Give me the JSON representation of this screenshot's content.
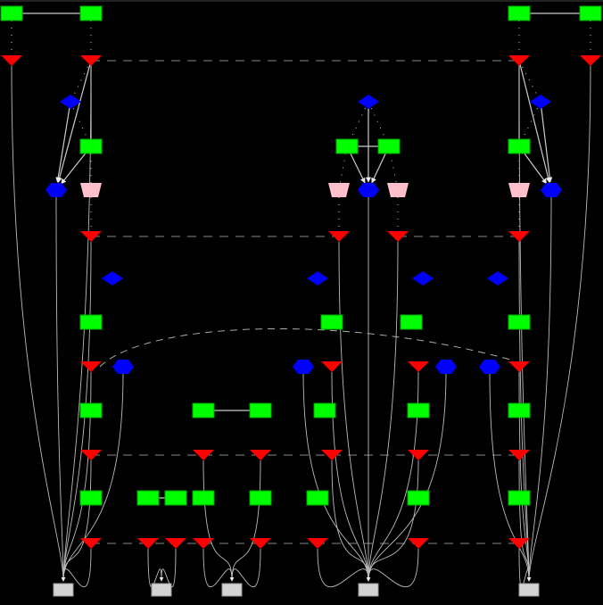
{
  "diagram": {
    "type": "graph",
    "background": "#000000",
    "colors": {
      "rect": "#00ff00",
      "rect_stroke": "#00aa00",
      "triangle": "#ff0000",
      "diamond": "#0000ff",
      "hexagon": "#0000ff",
      "trapezium": "#ffc0cb",
      "sink": "#d3d3d3",
      "edge": "#cccccc"
    },
    "nodes": [
      {
        "id": "r1",
        "shape": "rect",
        "col": "c1",
        "row": "y0"
      },
      {
        "id": "r2",
        "shape": "rect",
        "col": "c2",
        "row": "y0"
      },
      {
        "id": "r3",
        "shape": "rect",
        "col": "c12",
        "row": "y0"
      },
      {
        "id": "r4",
        "shape": "rect",
        "col": "c13",
        "row": "y0"
      },
      {
        "id": "t1",
        "shape": "triangle",
        "col": "c1",
        "row": "y1"
      },
      {
        "id": "t2",
        "shape": "triangle",
        "col": "c2",
        "row": "y1"
      },
      {
        "id": "t3",
        "shape": "triangle",
        "col": "c12",
        "row": "y1"
      },
      {
        "id": "t4",
        "shape": "triangle",
        "col": "c13",
        "row": "y1"
      },
      {
        "id": "d1",
        "shape": "diamond",
        "col": "cd1",
        "row": "y2"
      },
      {
        "id": "d2",
        "shape": "diamond",
        "col": "c8",
        "row": "y2"
      },
      {
        "id": "d3",
        "shape": "diamond",
        "col": "cd3",
        "row": "y2"
      },
      {
        "id": "r5",
        "shape": "rect",
        "col": "c2",
        "row": "y3"
      },
      {
        "id": "r6",
        "shape": "rect",
        "col": "c7a",
        "row": "y3"
      },
      {
        "id": "r7",
        "shape": "rect",
        "col": "c8b",
        "row": "y3"
      },
      {
        "id": "r8",
        "shape": "rect",
        "col": "c12",
        "row": "y3"
      },
      {
        "id": "h1",
        "shape": "hexagon",
        "col": "ch1",
        "row": "y4"
      },
      {
        "id": "p1",
        "shape": "trapezium",
        "col": "c2",
        "row": "y4"
      },
      {
        "id": "p2",
        "shape": "trapezium",
        "col": "c7b",
        "row": "y4"
      },
      {
        "id": "h2",
        "shape": "hexagon",
        "col": "c8",
        "row": "y4"
      },
      {
        "id": "p3",
        "shape": "trapezium",
        "col": "c9",
        "row": "y4"
      },
      {
        "id": "p4",
        "shape": "trapezium",
        "col": "c12",
        "row": "y4"
      },
      {
        "id": "h3",
        "shape": "hexagon",
        "col": "ch3",
        "row": "y4"
      },
      {
        "id": "t5",
        "shape": "triangle",
        "col": "c2",
        "row": "y5"
      },
      {
        "id": "t6",
        "shape": "triangle",
        "col": "c7b",
        "row": "y5"
      },
      {
        "id": "t7",
        "shape": "triangle",
        "col": "c9",
        "row": "y5"
      },
      {
        "id": "t8",
        "shape": "triangle",
        "col": "c12",
        "row": "y5"
      },
      {
        "id": "d4",
        "shape": "diamond",
        "col": "cd4",
        "row": "y6"
      },
      {
        "id": "d5",
        "shape": "diamond",
        "col": "cd5",
        "row": "y6"
      },
      {
        "id": "d6",
        "shape": "diamond",
        "col": "cd6",
        "row": "y6"
      },
      {
        "id": "d7",
        "shape": "diamond",
        "col": "cd7",
        "row": "y6"
      },
      {
        "id": "r9",
        "shape": "rect",
        "col": "c2",
        "row": "y7"
      },
      {
        "id": "r10",
        "shape": "rect",
        "col": "c7c",
        "row": "y7"
      },
      {
        "id": "r11",
        "shape": "rect",
        "col": "c9b",
        "row": "y7"
      },
      {
        "id": "r12",
        "shape": "rect",
        "col": "c12",
        "row": "y7"
      },
      {
        "id": "t9",
        "shape": "triangle",
        "col": "c2",
        "row": "y8"
      },
      {
        "id": "h4",
        "shape": "hexagon",
        "col": "ch4",
        "row": "y8"
      },
      {
        "id": "h5",
        "shape": "hexagon",
        "col": "ch5",
        "row": "y8"
      },
      {
        "id": "t10",
        "shape": "triangle",
        "col": "c7c",
        "row": "y8"
      },
      {
        "id": "t11",
        "shape": "triangle",
        "col": "c9c",
        "row": "y8"
      },
      {
        "id": "h6",
        "shape": "hexagon",
        "col": "ch6",
        "row": "y8"
      },
      {
        "id": "h7",
        "shape": "hexagon",
        "col": "ch7",
        "row": "y8"
      },
      {
        "id": "t12",
        "shape": "triangle",
        "col": "c12",
        "row": "y8"
      },
      {
        "id": "r13",
        "shape": "rect",
        "col": "c2",
        "row": "y9"
      },
      {
        "id": "r14",
        "shape": "rect",
        "col": "c5",
        "row": "y9"
      },
      {
        "id": "r15",
        "shape": "rect",
        "col": "c6",
        "row": "y9"
      },
      {
        "id": "r16",
        "shape": "rect",
        "col": "c7d",
        "row": "y9"
      },
      {
        "id": "r17",
        "shape": "rect",
        "col": "c9c",
        "row": "y9"
      },
      {
        "id": "r18",
        "shape": "rect",
        "col": "c12",
        "row": "y9"
      },
      {
        "id": "t13",
        "shape": "triangle",
        "col": "c2",
        "row": "y10"
      },
      {
        "id": "t14",
        "shape": "triangle",
        "col": "c5",
        "row": "y10"
      },
      {
        "id": "t15",
        "shape": "triangle",
        "col": "c6",
        "row": "y10"
      },
      {
        "id": "t16",
        "shape": "triangle",
        "col": "c7c",
        "row": "y10"
      },
      {
        "id": "t17",
        "shape": "triangle",
        "col": "c9c",
        "row": "y10"
      },
      {
        "id": "t18",
        "shape": "triangle",
        "col": "c12",
        "row": "y10"
      },
      {
        "id": "r19",
        "shape": "rect",
        "col": "c2",
        "row": "y11"
      },
      {
        "id": "r20",
        "shape": "rect",
        "col": "c3",
        "row": "y11"
      },
      {
        "id": "r21",
        "shape": "rect",
        "col": "c4",
        "row": "y11"
      },
      {
        "id": "r22",
        "shape": "rect",
        "col": "c5",
        "row": "y11"
      },
      {
        "id": "r23",
        "shape": "rect",
        "col": "c6",
        "row": "y11"
      },
      {
        "id": "r24",
        "shape": "rect",
        "col": "c7e",
        "row": "y11"
      },
      {
        "id": "r25",
        "shape": "rect",
        "col": "c9c",
        "row": "y11"
      },
      {
        "id": "r26",
        "shape": "rect",
        "col": "c12",
        "row": "y11"
      },
      {
        "id": "t19",
        "shape": "triangle",
        "col": "c2",
        "row": "y12"
      },
      {
        "id": "t20",
        "shape": "triangle",
        "col": "c3",
        "row": "y12"
      },
      {
        "id": "t21",
        "shape": "triangle",
        "col": "c4",
        "row": "y12"
      },
      {
        "id": "t22",
        "shape": "triangle",
        "col": "c5",
        "row": "y12"
      },
      {
        "id": "t23",
        "shape": "triangle",
        "col": "c6",
        "row": "y12"
      },
      {
        "id": "t24",
        "shape": "triangle",
        "col": "c7e",
        "row": "y12"
      },
      {
        "id": "t25",
        "shape": "triangle",
        "col": "c9c",
        "row": "y12"
      },
      {
        "id": "t26",
        "shape": "triangle",
        "col": "c12",
        "row": "y12"
      },
      {
        "id": "s1",
        "shape": "sink",
        "col": "cs1",
        "row": "y13"
      },
      {
        "id": "s2",
        "shape": "sink",
        "col": "cs2",
        "row": "y13"
      },
      {
        "id": "s3",
        "shape": "sink",
        "col": "cs3",
        "row": "y13"
      },
      {
        "id": "s4",
        "shape": "sink",
        "col": "c8",
        "row": "y13"
      },
      {
        "id": "s5",
        "shape": "sink",
        "col": "c12b",
        "row": "y13"
      }
    ],
    "edges": [
      {
        "from": "r1",
        "to": "r2",
        "style": "solid",
        "arrow": false
      },
      {
        "from": "r3",
        "to": "r4",
        "style": "solid",
        "arrow": false
      },
      {
        "from": "r6",
        "to": "r7",
        "style": "solid",
        "arrow": false
      },
      {
        "from": "r14",
        "to": "r15",
        "style": "solid",
        "arrow": false
      },
      {
        "from": "r20",
        "to": "r21",
        "style": "solid",
        "arrow": false
      },
      {
        "from": "r1",
        "to": "t1",
        "style": "dotted",
        "arrow": false
      },
      {
        "from": "r2",
        "to": "t2",
        "style": "dotted",
        "arrow": false
      },
      {
        "from": "r3",
        "to": "t3",
        "style": "dotted",
        "arrow": false
      },
      {
        "from": "r4",
        "to": "t4",
        "style": "dotted",
        "arrow": false
      },
      {
        "from": "t2",
        "to": "t3",
        "style": "dashed",
        "arrow": false
      },
      {
        "from": "t5",
        "to": "t6",
        "style": "dashed",
        "arrow": false
      },
      {
        "from": "t7",
        "to": "t8",
        "style": "dashed",
        "arrow": false
      },
      {
        "from": "t13",
        "to": "t18",
        "style": "dashed",
        "arrow": false
      },
      {
        "from": "t19",
        "to": "t26",
        "style": "dashed",
        "arrow": false
      },
      {
        "from": "t9",
        "to": "t12",
        "style": "dashed-curve",
        "arrow": false
      },
      {
        "from": "t2",
        "to": "r5",
        "style": "solid",
        "arrow": false
      },
      {
        "from": "t3",
        "to": "r8",
        "style": "solid",
        "arrow": false
      },
      {
        "from": "t2",
        "to": "d1",
        "style": "dotted",
        "arrow": false
      },
      {
        "from": "d1",
        "to": "r5",
        "style": "dotted",
        "arrow": false
      },
      {
        "from": "t3",
        "to": "d3",
        "style": "dotted",
        "arrow": false
      },
      {
        "from": "d3",
        "to": "r8",
        "style": "dotted",
        "arrow": false
      },
      {
        "from": "d2",
        "to": "r6",
        "style": "dotted",
        "arrow": false
      },
      {
        "from": "d2",
        "to": "r7",
        "style": "dotted",
        "arrow": false
      },
      {
        "from": "d1",
        "to": "h1",
        "style": "solid",
        "arrow": true
      },
      {
        "from": "r5",
        "to": "h1",
        "style": "solid",
        "arrow": true
      },
      {
        "from": "t2",
        "to": "h1",
        "style": "solid",
        "arrow": true
      },
      {
        "from": "d2",
        "to": "h2",
        "style": "solid",
        "arrow": true
      },
      {
        "from": "r6",
        "to": "h2",
        "style": "solid",
        "arrow": true
      },
      {
        "from": "r7",
        "to": "h2",
        "style": "solid",
        "arrow": true
      },
      {
        "from": "d3",
        "to": "h3",
        "style": "solid",
        "arrow": true
      },
      {
        "from": "r8",
        "to": "h3",
        "style": "solid",
        "arrow": true
      },
      {
        "from": "t3",
        "to": "h3",
        "style": "solid",
        "arrow": true
      },
      {
        "from": "r5",
        "to": "p1",
        "style": "dotted",
        "arrow": false
      },
      {
        "from": "r6",
        "to": "p2",
        "style": "dotted",
        "arrow": false
      },
      {
        "from": "r7",
        "to": "p3",
        "style": "dotted",
        "arrow": false
      },
      {
        "from": "r8",
        "to": "p4",
        "style": "dotted",
        "arrow": false
      },
      {
        "from": "p1",
        "to": "t5",
        "style": "dotted",
        "arrow": false
      },
      {
        "from": "p2",
        "to": "t6",
        "style": "dotted",
        "arrow": false
      },
      {
        "from": "p3",
        "to": "t7",
        "style": "dotted",
        "arrow": false
      },
      {
        "from": "p4",
        "to": "t8",
        "style": "dotted",
        "arrow": false
      }
    ]
  }
}
